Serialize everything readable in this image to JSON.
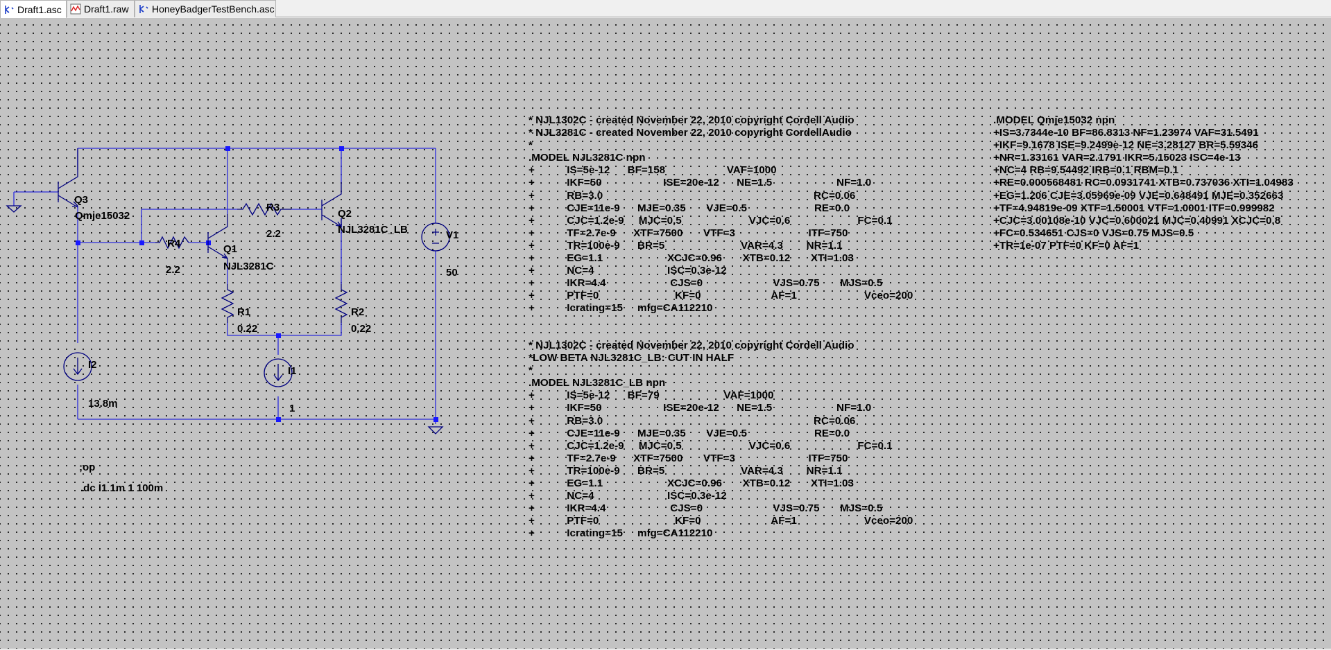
{
  "tabs": [
    {
      "label": "Draft1.asc",
      "icon": "schematic-icon",
      "active": true
    },
    {
      "label": "Draft1.raw",
      "icon": "waveform-icon",
      "active": false
    },
    {
      "label": "HoneyBadgerTestBench.asc",
      "icon": "schematic-icon",
      "active": false
    }
  ],
  "colors": {
    "wire": "#2b2bdc",
    "component": "#000080",
    "junction": "#1818ff",
    "canvas": "#c3c3c3"
  },
  "schematic": {
    "components": {
      "Q3": {
        "name": "Q3",
        "value": "Qmje15032"
      },
      "Q1": {
        "name": "Q1",
        "value": "NJL3281C"
      },
      "Q2": {
        "name": "Q2",
        "value": "NJL3281C_LB"
      },
      "R3": {
        "name": "R3",
        "value": "2.2"
      },
      "R4": {
        "name": "R4",
        "value": "2.2"
      },
      "R1": {
        "name": "R1",
        "value": "0.22"
      },
      "R2": {
        "name": "R2",
        "value": "0.22"
      },
      "V1": {
        "name": "V1",
        "value": "50"
      },
      "I2": {
        "name": "I2",
        "value": "13.8m"
      },
      "I1": {
        "name": "I1",
        "value": "1"
      }
    },
    "directives": {
      "op": ";op",
      "dc": ".dc I1 1m 1 100m"
    }
  },
  "model_texts": {
    "njl3281c": [
      "* NJL1302C - created November 22, 2010 copyright Cordell Audio",
      "* NJL3281C - created November 22, 2010 copyright CordellAudio",
      "*",
      ".MODEL NJL3281C npn",
      "+           IS=5e-12      BF=158                     VAF=1000",
      "+           IKF=50                     ISE=20e-12      NE=1.5                      NF=1.0",
      "+           RB=3.0                                                                        RC=0.06",
      "+           CJE=11e-9      MJE=0.35       VJE=0.5                       RE=0.0",
      "+           CJC=1.2e-9     MJC=0.5                       VJC=0.6                       FC=0.1",
      "+           TF=2.7e-9      XTF=7500       VTF=3                         ITF=750",
      "+           TR=100e-9      BR=5                          VAR=4.3        NR=1.1",
      "+           EG=1.1                      XCJC=0.96       XTB=0.12       XTI=1.03",
      "+           NC=4                         ISC=0.3e-12",
      "+           IKR=4.4                      CJS=0                        VJS=0.75       MJS=0.5",
      "+           PTF=0                          KF=0                        AF=1                       Vceo=200",
      "+           Icrating=15     mfg=CA112210"
    ],
    "njl3281c_lb": [
      "* NJL1302C - created November 22, 2010 copyright Cordell Audio",
      "*LOW BETA NJL3281C_LB: CUT IN HALF",
      "*",
      ".MODEL NJL3281C_LB npn",
      "+           IS=5e-12      BF=79                      VAF=1000",
      "+           IKF=50                     ISE=20e-12      NE=1.5                      NF=1.0",
      "+           RB=3.0                                                                        RC=0.06",
      "+           CJE=11e-9      MJE=0.35       VJE=0.5                       RE=0.0",
      "+           CJC=1.2e-9     MJC=0.5                       VJC=0.6                       FC=0.1",
      "+           TF=2.7e-9      XTF=7500       VTF=3                         ITF=750",
      "+           TR=100e-9      BR=5                          VAR=4.3        NR=1.1",
      "+           EG=1.1                      XCJC=0.96       XTB=0.12       XTI=1.03",
      "+           NC=4                         ISC=0.3e-12",
      "+           IKR=4.4                      CJS=0                        VJS=0.75       MJS=0.5",
      "+           PTF=0                          KF=0                        AF=1                       Vceo=200",
      "+           Icrating=15     mfg=CA112210"
    ],
    "qmje15032": [
      ".MODEL Qmje15032 npn",
      "+IS=3.7344e-10 BF=86.8313 NF=1.23974 VAF=31.5491",
      "+IKF=9.1678 ISE=9.2499e-12 NE=3.28127 BR=5.59346",
      "+NR=1.33161 VAR=2.1791 IKR=5.15023 ISC=4e-13",
      "+NC=4 RB=9.54492 IRB=0.1 RBM=0.1",
      "+RE=0.000568481 RC=0.0931741 XTB=0.737036 XTI=1.04983",
      "+EG=1.206 CJE=3.05969e-09 VJE=0.648491 MJE=0.352663",
      "+TF=4.94819e-09 XTF=1.50001 VTF=1.0001 ITF=0.999982",
      "+CJC=3.00108e-10 VJC=0.600021 MJC=0.40991 XCJC=0.8",
      "+FC=0.534651 CJS=0 VJS=0.75 MJS=0.5",
      "+TR=1e-07 PTF=0 KF=0 AF=1"
    ]
  }
}
